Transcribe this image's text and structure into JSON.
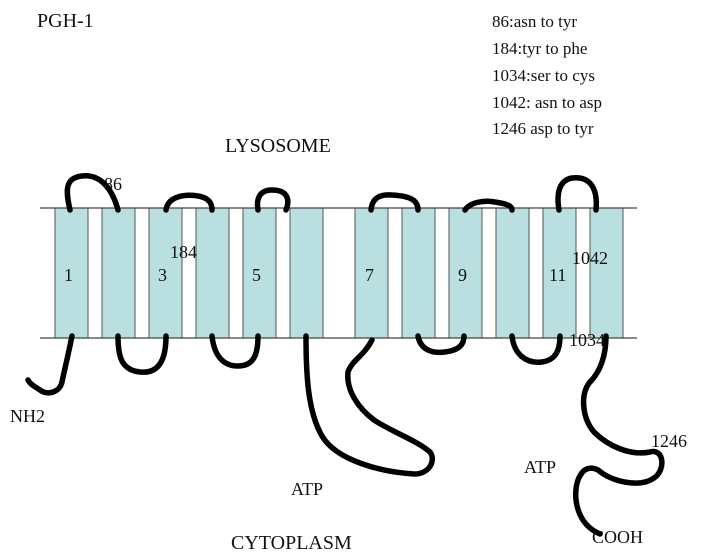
{
  "title": "PGH-1",
  "compartments": {
    "top": "LYSOSOME",
    "bottom": "CYTOPLASM"
  },
  "mutations": [
    "86:asn to tyr",
    "184:tyr to phe",
    "1034:ser to cys",
    "1042: asn to asp",
    "1246 asp to tyr"
  ],
  "helix_labels": [
    "1",
    "3",
    "5",
    "7",
    "9",
    "11"
  ],
  "site_labels": {
    "s86": "86",
    "s184": "184",
    "s1042": "1042",
    "s1034": "1034",
    "s1246": "1246"
  },
  "termini": {
    "n": "NH2",
    "c": "COOH"
  },
  "atp_labels": [
    "ATP",
    "ATP"
  ]
}
